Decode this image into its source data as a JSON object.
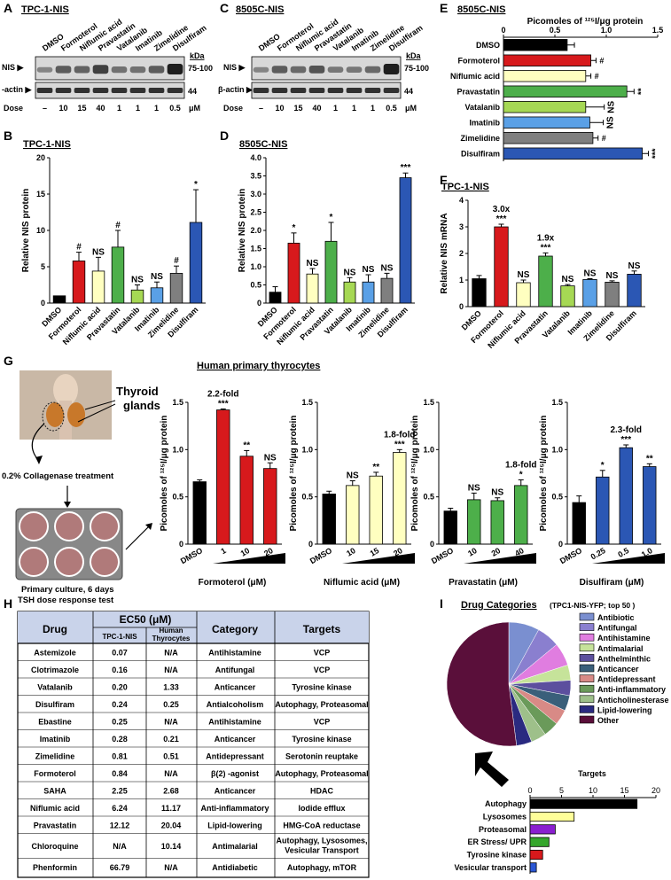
{
  "fig_text": {
    "A": "A",
    "B": "B",
    "C": "C",
    "D": "D",
    "E": "E",
    "F": "F",
    "G": "G",
    "H": "H",
    "I": "I"
  },
  "panel_A": {
    "title": "TPC-1-NIS",
    "lanes": [
      "DMSO",
      "Formoterol",
      "Niflumic acid",
      "Pravastatin",
      "Vatalanib",
      "Imatinib",
      "Zimelidine",
      "Disulfiram"
    ],
    "row_nis": "NIS ▶",
    "row_actin": "-actin ▶",
    "kda": "kDa",
    "kda_nis": "75-100",
    "kda_actin": "44",
    "dose_label": "Dose",
    "doses": [
      "–",
      "10",
      "15",
      "40",
      "1",
      "1",
      "1",
      "0.5"
    ],
    "dose_unit": "μM",
    "nis_band": [
      0.25,
      0.55,
      0.5,
      0.75,
      0.4,
      0.4,
      0.55,
      1.0
    ],
    "actin_band": [
      0.85,
      0.85,
      0.85,
      0.85,
      0.85,
      0.85,
      0.85,
      0.85
    ]
  },
  "panel_C": {
    "title": "8505C-NIS",
    "lanes": [
      "DMSO",
      "Formoterol",
      "Niflumic acid",
      "Pravastatin",
      "Vatalanib",
      "Imatinib",
      "Zimelidine",
      "Disulfiram"
    ],
    "row_nis": "NIS ▶",
    "row_actin": "β-actin ▶",
    "kda": "kDa",
    "kda_nis": "75-100",
    "kda_actin": "44",
    "dose_label": "Dose",
    "doses": [
      "–",
      "10",
      "15",
      "40",
      "1",
      "1",
      "1",
      "0.5"
    ],
    "dose_unit": "μM",
    "nis_band": [
      0.25,
      0.55,
      0.45,
      0.6,
      0.35,
      0.35,
      0.45,
      1.0
    ],
    "actin_band": [
      0.85,
      0.85,
      0.85,
      0.85,
      0.85,
      0.85,
      0.85,
      0.85
    ]
  },
  "panel_G": {
    "thyroid_label_1": "Thyroid",
    "thyroid_label_2": "glands",
    "collagenase": "0.2% Collagenase treatment",
    "culture_1": "Primary culture, 6 days",
    "culture_2": "TSH dose response test",
    "subtitle": "Human primary thyrocytes"
  },
  "table_H": {
    "col_drug": "Drug",
    "col_ec50": "EC50 (μM)",
    "col_tpc": "TPC-1-NIS",
    "col_human_1": "Human",
    "col_human_2": "Thyrocytes",
    "col_category": "Category",
    "col_targets": "Targets",
    "rows": [
      [
        "Astemizole",
        "0.07",
        "N/A",
        "Antihistamine",
        "VCP"
      ],
      [
        "Clotrimazole",
        "0.16",
        "N/A",
        "Antifungal",
        "VCP"
      ],
      [
        "Vatalanib",
        "0.20",
        "1.33",
        "Anticancer",
        "Tyrosine kinase"
      ],
      [
        "Disulfiram",
        "0.24",
        "0.25",
        "Antialcoholism",
        "Autophagy, Proteasomal"
      ],
      [
        "Ebastine",
        "0.25",
        "N/A",
        "Antihistamine",
        "VCP"
      ],
      [
        "Imatinib",
        "0.28",
        "0.21",
        "Anticancer",
        "Tyrosine kinase"
      ],
      [
        "Zimelidine",
        "0.81",
        "0.51",
        "Antidepressant",
        "Serotonin reuptake"
      ],
      [
        "Formoterol",
        "0.84",
        "N/A",
        "β(2) -agonist",
        "Autophagy, Proteasomal"
      ],
      [
        "SAHA",
        "2.25",
        "2.68",
        "Anticancer",
        "HDAC"
      ],
      [
        "Niflumic acid",
        "6.24",
        "11.17",
        "Anti-inflammatory",
        "Iodide efflux"
      ],
      [
        "Pravastatin",
        "12.12",
        "20.04",
        "Lipid-lowering",
        "HMG-CoA reductase"
      ],
      [
        "Chloroquine",
        "N/A",
        "10.14",
        "Antimalarial",
        "Autophagy,  Lysosomes,|Vesicular Transport"
      ],
      [
        "Phenformin",
        "66.79",
        "N/A",
        "Antidiabetic",
        "Autophagy, mTOR"
      ]
    ]
  },
  "colors": {
    "DMSO": "#000000",
    "Formoterol": "#d7191c",
    "Niflumic acid": "#ffffc0",
    "Pravastatin": "#4daf4a",
    "Vatalanib": "#a6d854",
    "Imatinib": "#5aa0e6",
    "Zimelidine": "#7f7f7f",
    "Disulfiram": "#2b57b4",
    "pie": [
      "#7a8fd0",
      "#8a7fcf",
      "#e07de0",
      "#c6e39a",
      "#5c4f9e",
      "#3a5f7a",
      "#d88a86",
      "#6a9a5a",
      "#9ec08a",
      "#2a2a80",
      "#5a0f3a"
    ],
    "targets": [
      "#000000",
      "#ffff99",
      "#8a1fd0",
      "#35a62c",
      "#d7191c",
      "#2b57d4"
    ]
  },
  "chart_data": [
    {
      "id": "B",
      "type": "bar",
      "title": "TPC-1-NIS",
      "ylabel": "Relative NIS protein",
      "categories": [
        "DMSO",
        "Formoterol",
        "Niflumic acid",
        "Pravastatin",
        "Vatalanib",
        "Imatinib",
        "Zimelidine",
        "Disulfiram"
      ],
      "values": [
        1.0,
        5.8,
        4.4,
        7.7,
        1.8,
        2.1,
        4.1,
        11.1
      ],
      "errors": [
        0,
        1.2,
        1.9,
        2.3,
        0.7,
        0.8,
        1.0,
        4.5
      ],
      "annotations": [
        "",
        "#",
        "NS",
        "#",
        "NS",
        "NS",
        "#",
        "*"
      ],
      "ylim": [
        0,
        20
      ],
      "yticks": [
        0,
        5,
        10,
        15,
        20
      ]
    },
    {
      "id": "D",
      "type": "bar",
      "title": "8505C-NIS",
      "ylabel": "Relative NIS protein",
      "categories": [
        "DMSO",
        "Formoterol",
        "Niflumic acid",
        "Pravastatin",
        "Vatalanib",
        "Imatinib",
        "Zimelidine",
        "Disulfiram"
      ],
      "values": [
        0.3,
        1.65,
        0.8,
        1.7,
        0.58,
        0.58,
        0.68,
        3.45
      ],
      "errors": [
        0.15,
        0.28,
        0.15,
        0.52,
        0.12,
        0.2,
        0.14,
        0.13
      ],
      "annotations": [
        "",
        "*",
        "NS",
        "*",
        "NS",
        "NS",
        "NS",
        "***"
      ],
      "ylim": [
        0,
        4
      ],
      "yticks": [
        "0",
        "0.5",
        "1.0",
        "1.5",
        "2.0",
        "2.5",
        "3.0",
        "3.5",
        "4.0"
      ]
    },
    {
      "id": "E",
      "type": "bar",
      "orientation": "horizontal",
      "title": "8505C-NIS",
      "xlabel": "Picomoles of ¹²⁵I/μg protein",
      "categories": [
        "DMSO",
        "Formoterol",
        "Niflumic acid",
        "Pravastatin",
        "Vatalanib",
        "Imatinib",
        "Zimelidine",
        "Disulfiram"
      ],
      "values": [
        0.62,
        0.85,
        0.8,
        1.2,
        0.8,
        0.84,
        0.87,
        1.35
      ],
      "errors": [
        0.07,
        0.05,
        0.05,
        0.07,
        0.18,
        0.13,
        0.05,
        0.06
      ],
      "annotations": [
        "",
        "#",
        "#",
        "**",
        "NS",
        "NS",
        "#",
        "***"
      ],
      "xlim": [
        0,
        1.5
      ],
      "xticks": [
        "0",
        "0.5",
        "1.0",
        "1.5"
      ]
    },
    {
      "id": "F",
      "type": "bar",
      "title": "TPC-1-NIS",
      "ylabel": "Relative NIS mRNA",
      "categories": [
        "DMSO",
        "Formoterol",
        "Niflumic acid",
        "Pravastatin",
        "Vatalanib",
        "Imatinib",
        "Zimelidine",
        "Disulfiram"
      ],
      "values": [
        1.05,
        3.0,
        0.9,
        1.9,
        0.78,
        1.02,
        0.92,
        1.22
      ],
      "errors": [
        0.12,
        0.1,
        0.1,
        0.12,
        0.05,
        0.03,
        0.05,
        0.12
      ],
      "annotations": [
        "",
        "3.0x|***",
        "NS",
        "1.9x|***",
        "NS",
        "NS",
        "NS",
        "NS"
      ],
      "ylim": [
        0,
        4
      ],
      "yticks": [
        "0",
        "1",
        "2",
        "3",
        "4"
      ]
    },
    {
      "id": "G1",
      "type": "bar",
      "ylabel": "Picomoles of ¹²⁵I/μg protein",
      "xlabel": "Formoterol (μM)",
      "categories": [
        "DMSO",
        "1",
        "10",
        "20"
      ],
      "values": [
        0.66,
        1.42,
        0.93,
        0.8
      ],
      "errors": [
        0.02,
        0.01,
        0.06,
        0.06
      ],
      "annotations": [
        "",
        "2.2-fold|***",
        "**",
        "NS"
      ],
      "ylim": [
        0,
        1.5
      ],
      "yticks": [
        "0",
        "0.5",
        "1.0",
        "1.5"
      ],
      "color": "#d7191c"
    },
    {
      "id": "G2",
      "type": "bar",
      "ylabel": "Picomoles of ¹²⁵I/μg protein",
      "xlabel": "Niflumic acid (μM)",
      "categories": [
        "DMSO",
        "10",
        "15",
        "20"
      ],
      "values": [
        0.53,
        0.62,
        0.72,
        0.97
      ],
      "errors": [
        0.03,
        0.05,
        0.04,
        0.03
      ],
      "annotations": [
        "",
        "NS",
        "**",
        "1.8-fold|***"
      ],
      "ylim": [
        0,
        1.5
      ],
      "yticks": [
        "0",
        "0.5",
        "1.0",
        "1.5"
      ],
      "color": "#ffffc0"
    },
    {
      "id": "G3",
      "type": "bar",
      "ylabel": "Picomoles of ¹²⁵I/μg protein",
      "xlabel": "Pravastatin (μM)",
      "categories": [
        "DMSO",
        "10",
        "20",
        "40"
      ],
      "values": [
        0.35,
        0.47,
        0.46,
        0.62
      ],
      "errors": [
        0.03,
        0.07,
        0.03,
        0.06
      ],
      "annotations": [
        "",
        "NS",
        "NS",
        "1.8-fold|*"
      ],
      "ylim": [
        0,
        1.5
      ],
      "yticks": [
        "0",
        "0.5",
        "1.0",
        "1.5"
      ],
      "color": "#4daf4a"
    },
    {
      "id": "G4",
      "type": "bar",
      "ylabel": "Picomoles of ¹²⁵I/μg protein",
      "xlabel": "Disulfiram (μM)",
      "categories": [
        "DMSO",
        "0.25",
        "0.5",
        "1.0"
      ],
      "values": [
        0.44,
        0.71,
        1.02,
        0.82
      ],
      "errors": [
        0.07,
        0.07,
        0.03,
        0.03
      ],
      "annotations": [
        "",
        "*",
        "2.3-fold|***",
        "**"
      ],
      "ylim": [
        0,
        1.5
      ],
      "yticks": [
        "0",
        "0.5",
        "1.0",
        "1.5"
      ],
      "color": "#2b57b4"
    },
    {
      "id": "I_pie",
      "type": "pie",
      "title": "Drug Categories",
      "subtitle": "(TPC1-NIS-YFP; top 50 )",
      "labels": [
        "Antibiotic",
        "Antifungal",
        "Antihistamine",
        "Antimalarial",
        "Anthelminthic",
        "Anticancer",
        "Antidepressant",
        "Anti-inflammatory",
        "Anticholinesterase",
        "Lipid-lowering",
        "Other"
      ],
      "values": [
        4,
        3,
        3,
        2,
        2,
        2,
        2,
        2,
        2,
        2,
        26
      ]
    },
    {
      "id": "I_targets",
      "type": "bar",
      "orientation": "horizontal",
      "title": "Targets",
      "categories": [
        "Autophagy",
        "Lysosomes",
        "Proteasomal",
        "ER Stress/ UPR",
        "Tyrosine kinase",
        "Vesicular transport"
      ],
      "values": [
        17,
        7,
        4,
        3,
        2,
        1
      ],
      "xlim": [
        0,
        20
      ],
      "xticks": [
        "0",
        "5",
        "10",
        "15",
        "20"
      ]
    }
  ]
}
